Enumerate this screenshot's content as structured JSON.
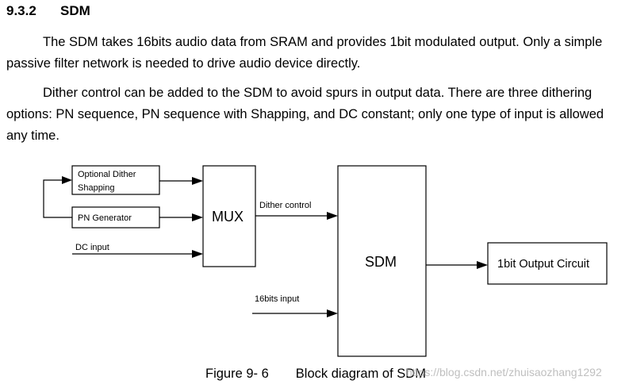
{
  "section": {
    "number": "9.3.2",
    "title": "SDM"
  },
  "paragraphs": [
    "The SDM takes 16bits audio data from SRAM and provides 1bit modulated output. Only a simple passive filter network is needed to drive audio device directly.",
    "Dither control can be added to the SDM to avoid spurs in output data. There are three dithering options: PN sequence, PN sequence with Shapping, and DC constant; only one type of input is allowed any time."
  ],
  "diagram": {
    "optional_dither_line1": "Optional Dither",
    "optional_dither_line2": "Shapping",
    "pn_generator": "PN Generator",
    "dc_input": "DC input",
    "mux": "MUX",
    "dither_control": "Dither control",
    "sdm": "SDM",
    "bits_input": "16bits input",
    "output_circuit": "1bit Output Circuit"
  },
  "caption": {
    "figure": "Figure 9- 6",
    "text": "Block diagram of SDM"
  },
  "watermark": "https://blog.csdn.net/zhuisaozhang1292"
}
